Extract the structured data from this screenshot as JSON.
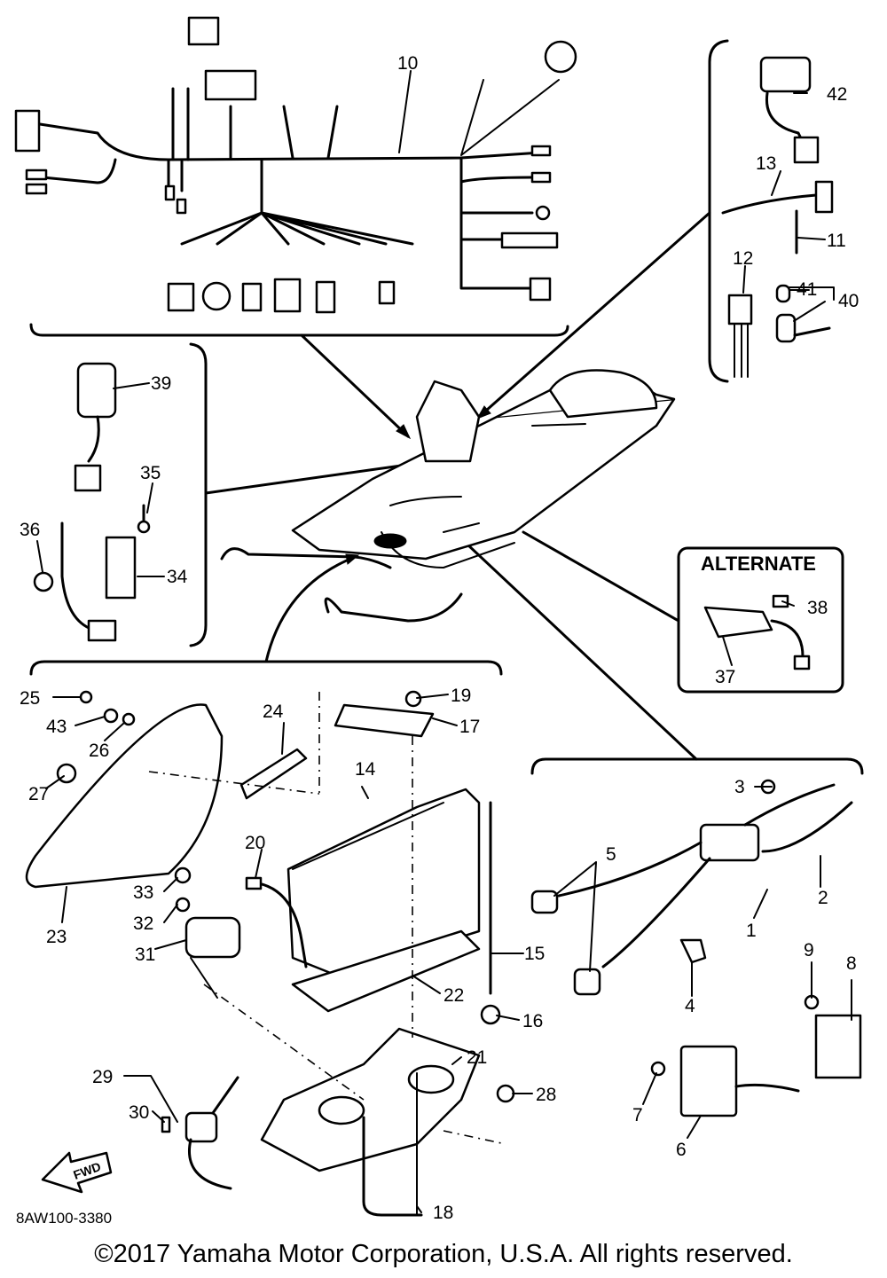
{
  "diagram": {
    "alternate_label": "ALTERNATE",
    "reference_code": "8AW100-3380",
    "forward_label": "FWD",
    "callouts": [
      "1",
      "2",
      "3",
      "4",
      "5",
      "6",
      "7",
      "8",
      "9",
      "10",
      "11",
      "12",
      "13",
      "14",
      "15",
      "16",
      "17",
      "18",
      "19",
      "20",
      "21",
      "22",
      "23",
      "24",
      "25",
      "26",
      "27",
      "28",
      "29",
      "30",
      "31",
      "32",
      "33",
      "34",
      "35",
      "36",
      "37",
      "38",
      "39",
      "40",
      "41",
      "42",
      "43"
    ]
  },
  "footer": {
    "copyright": "©2017 Yamaha Motor Corporation, U.S.A. All rights reserved."
  }
}
